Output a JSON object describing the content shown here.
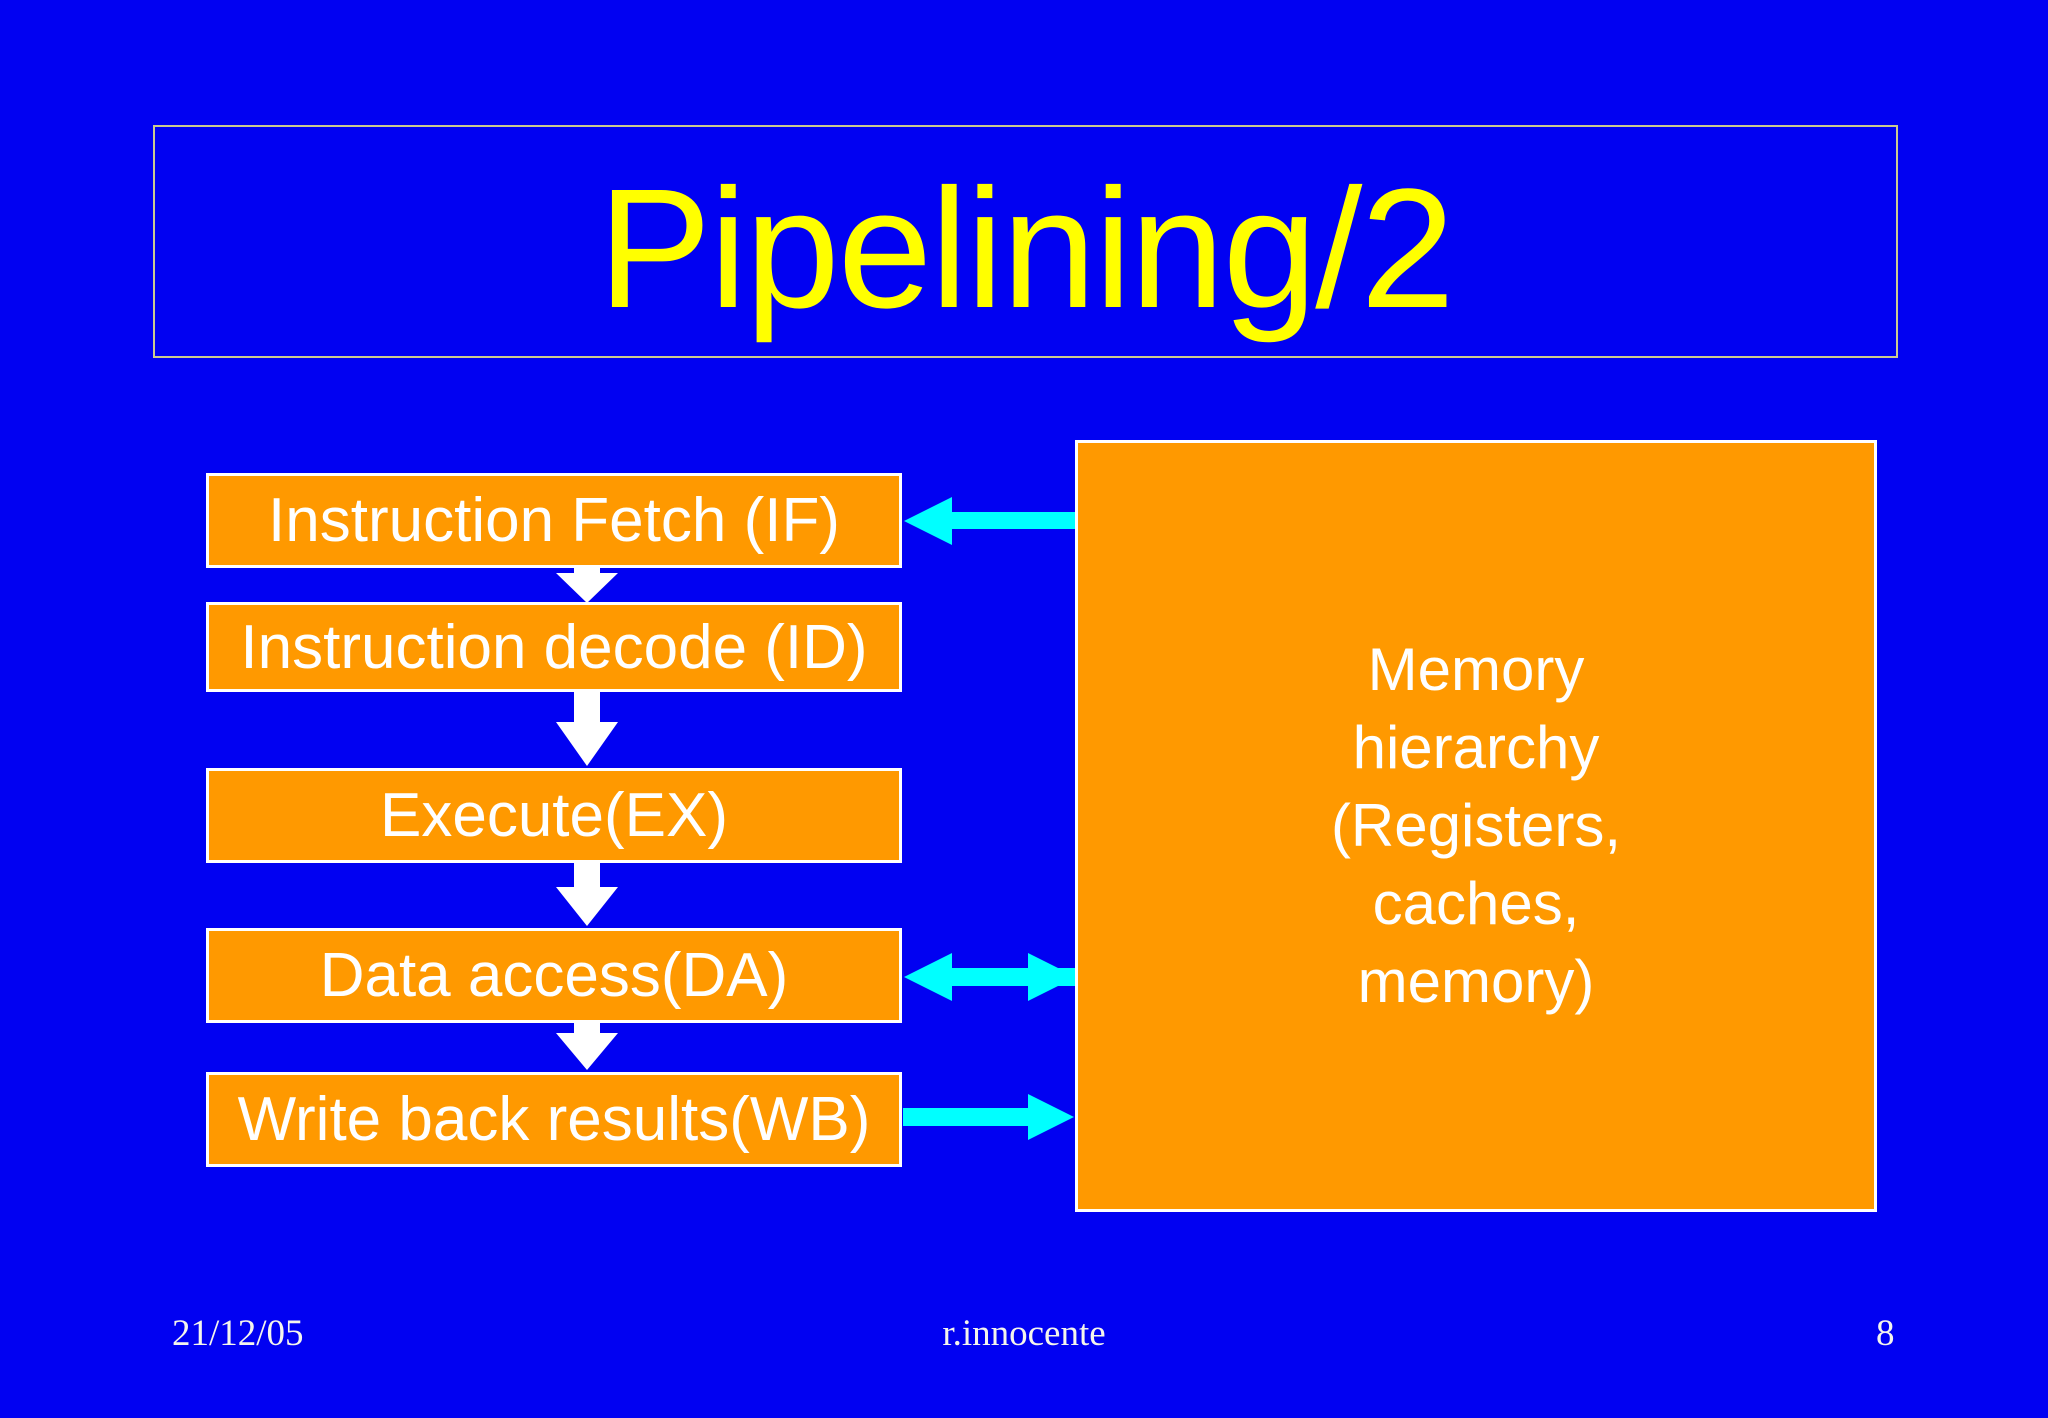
{
  "slide": {
    "title": "Pipelining/2",
    "stages": [
      {
        "label": "Instruction Fetch (IF)"
      },
      {
        "label": "Instruction decode (ID)"
      },
      {
        "label": "Execute(EX)"
      },
      {
        "label": "Data access(DA)"
      },
      {
        "label": "Write back results(WB)"
      }
    ],
    "memory": {
      "lines": [
        "Memory",
        "hierarchy",
        "(Registers,",
        "caches,",
        "memory)"
      ]
    },
    "arrows": {
      "flow": [
        "IF→ID",
        "ID→EX",
        "EX→DA",
        "DA→WB"
      ],
      "memory_if": "Memory hierarchy → Instruction Fetch",
      "da_memory": "Data access ↔ Memory hierarchy",
      "wb_memory": "Write back results → Memory hierarchy"
    },
    "footer": {
      "date": "21/12/05",
      "author": "r.innocente",
      "page": "8"
    },
    "colors": {
      "background": "#0101f2",
      "box_fill": "#ff9900",
      "box_border": "#ffffff",
      "title_text": "#ffff00",
      "title_border": "#cbcb90",
      "stage_text": "#ffffff",
      "flow_arrow": "#ffffff",
      "memory_arrow": "#00ffff",
      "footer_text": "#f5f5ec"
    }
  }
}
